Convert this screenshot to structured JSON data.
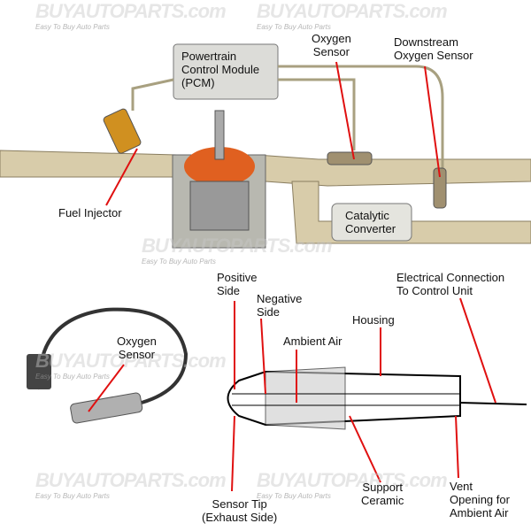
{
  "watermark": {
    "brand": "BUYAUTOPARTS.com",
    "tagline": "Easy To Buy Auto Parts"
  },
  "engine_diagram": {
    "pcm": [
      "Powertrain",
      "Control Module",
      "(PCM)"
    ],
    "oxygen_sensor": [
      "Oxygen",
      "Sensor"
    ],
    "downstream_sensor": [
      "Downstream",
      "Oxygen Sensor"
    ],
    "fuel_injector": "Fuel Injector",
    "catalytic_converter": [
      "Catalytic",
      "Converter"
    ]
  },
  "sensor_diagram": {
    "oxygen_sensor": [
      "Oxygen",
      "Sensor"
    ],
    "positive_side": [
      "Positive",
      "Side"
    ],
    "negative_side": [
      "Negative",
      "Side"
    ],
    "ambient_air": "Ambient Air",
    "housing": "Housing",
    "electrical_connection": [
      "Electrical Connection",
      "To Control Unit"
    ],
    "sensor_tip": [
      "Sensor Tip",
      "(Exhaust Side)"
    ],
    "support_ceramic": [
      "Support",
      "Ceramic"
    ],
    "vent_opening": [
      "Vent",
      "Opening for",
      "Ambient Air"
    ]
  },
  "colors": {
    "pointer": "#e01010",
    "pipe": "#c8b890",
    "flame": "#e06020"
  }
}
